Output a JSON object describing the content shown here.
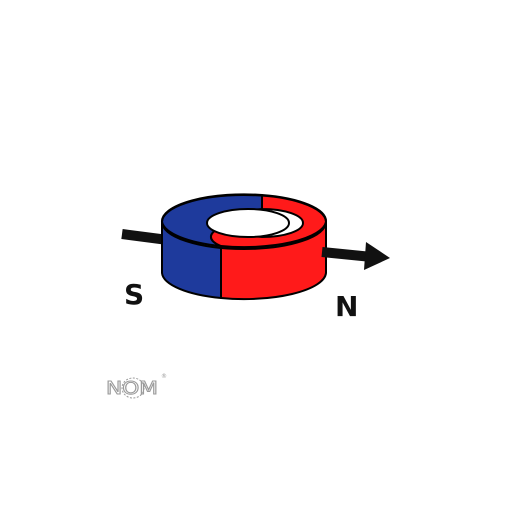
{
  "labels": {
    "south": "S",
    "north": "N"
  },
  "logo": {
    "text": "NOM",
    "mark": "®"
  },
  "colors": {
    "south_pole": "#1e3a9c",
    "north_pole": "#ff1a1a",
    "outline": "#000000",
    "arrow": "#111111",
    "background": "#ffffff",
    "logo": "#9a9a9a"
  },
  "icons": {
    "magnetization_arrow": "right-arrow-icon"
  }
}
